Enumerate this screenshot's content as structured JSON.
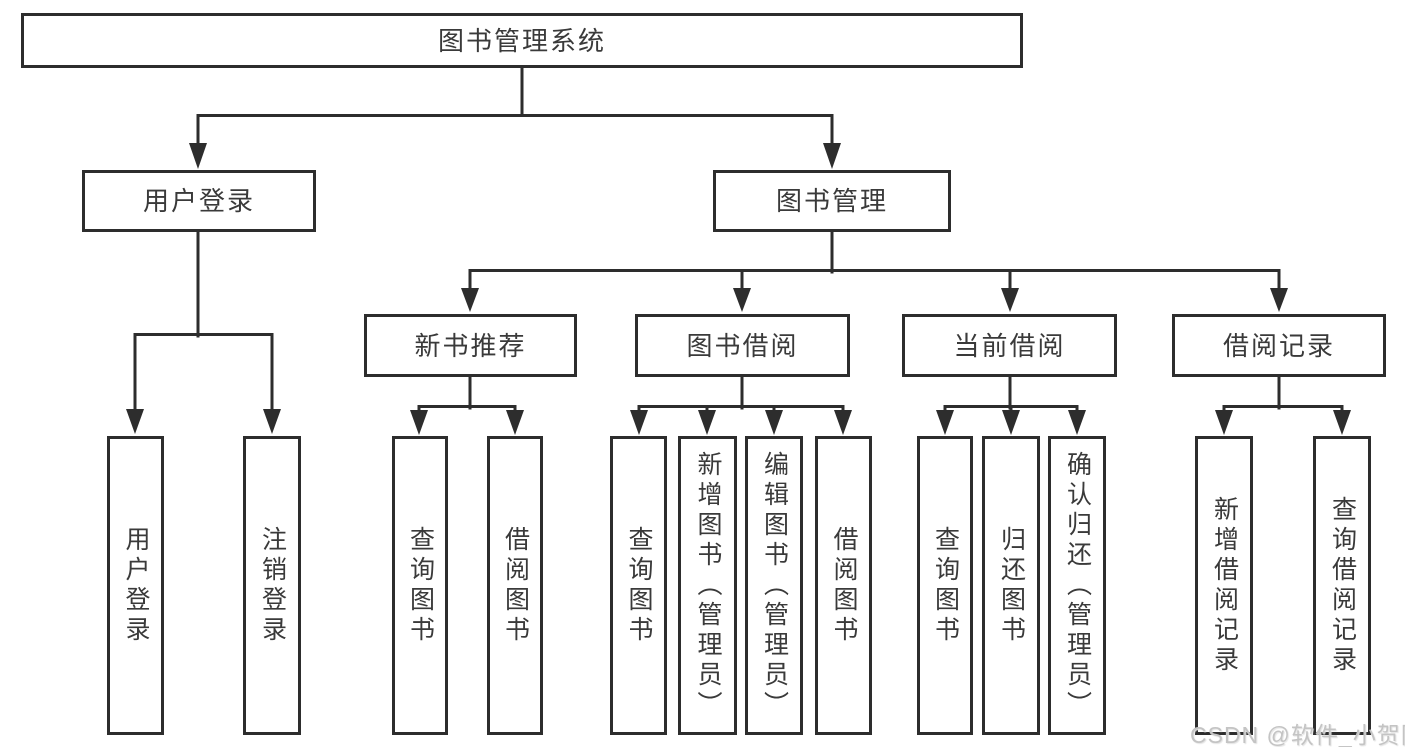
{
  "diagram": {
    "type": "hierarchy-tree",
    "colors": {
      "line": "#2d2d2d",
      "box_border": "#2d2d2d",
      "box_fill": "#ffffff",
      "text": "#3a3a3a",
      "background": "#ffffff",
      "watermark": "#c4c4c4"
    },
    "tree": {
      "root": {
        "label": "图书管理系统",
        "children": [
          {
            "label": "用户登录",
            "children": [
              {
                "label": "用户登录"
              },
              {
                "label": "注销登录"
              }
            ]
          },
          {
            "label": "图书管理",
            "children": [
              {
                "label": "新书推荐",
                "children": [
                  {
                    "label": "查询图书"
                  },
                  {
                    "label": "借阅图书"
                  }
                ]
              },
              {
                "label": "图书借阅",
                "children": [
                  {
                    "label": "查询图书"
                  },
                  {
                    "label": "新增图书（管理员）"
                  },
                  {
                    "label": "编辑图书（管理员）"
                  },
                  {
                    "label": "借阅图书"
                  }
                ]
              },
              {
                "label": "当前借阅",
                "children": [
                  {
                    "label": "查询图书"
                  },
                  {
                    "label": "归还图书"
                  },
                  {
                    "label": "确认归还（管理员）"
                  }
                ]
              },
              {
                "label": "借阅记录",
                "children": [
                  {
                    "label": "新增借阅记录"
                  },
                  {
                    "label": "查询借阅记录"
                  }
                ]
              }
            ]
          }
        ]
      }
    },
    "watermark": {
      "text": "CSDN @软件_小贺同学"
    }
  }
}
